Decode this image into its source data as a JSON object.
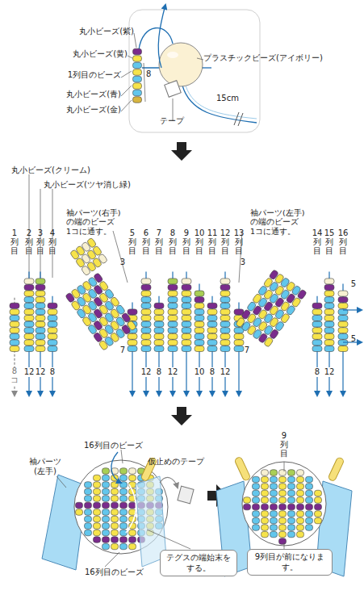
{
  "diagram": {
    "nodes": [
      {
        "text": [
          "テグスの端始末をする。"
        ]
      },
      {
        "text": [
          "9列目が前になります。"
        ]
      }
    ],
    "labels": [
      "丸小ビーズ(紫)",
      "丸小ビーズ(黄)",
      "1列目のビーズ",
      "8",
      "プラスチックビーズ(アイボリー)",
      "丸小ビーズ(青)",
      "丸小ビーズ(金)",
      "15cm",
      "テープ",
      "丸小ビーズ(クリーム)",
      "丸小ビーズ(ツヤ消し緑)",
      "袖パーツ(右手) の端のビーズ 1コに通す。",
      "袖パーツ(左手) の端のビーズ 1コに通す。",
      "1列目",
      "2列目",
      "3列目",
      "4列目",
      "5列目",
      "6列目",
      "7列目",
      "8列目",
      "9列目",
      "10列目",
      "11列目",
      "12列目",
      "13列目",
      "14列目",
      "15列目",
      "16列目",
      "3",
      "3",
      "5",
      "5",
      "7",
      "7",
      "8コ",
      "12",
      "12",
      "8",
      "12",
      "8",
      "12",
      "10",
      "8",
      "12",
      "8",
      "12",
      "16列目のビーズ",
      "9列目",
      "袖パーツ(左手)",
      "仮止めのテープ",
      "16列目のビーズ"
    ]
  }
}
